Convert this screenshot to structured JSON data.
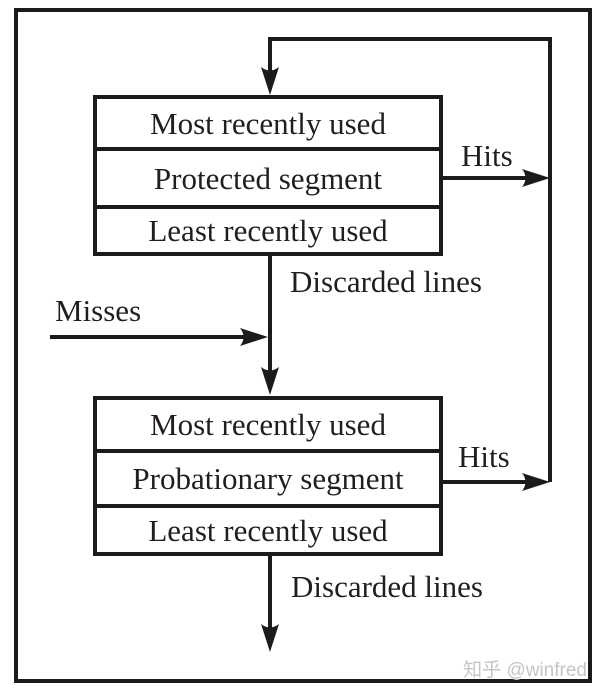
{
  "figure": {
    "title_semantic": "Segmented LRU cache replacement diagram",
    "protected_box": {
      "rows": [
        "Most recently used",
        "Protected segment",
        "Least recently used"
      ]
    },
    "probationary_box": {
      "rows": [
        "Most recently used",
        "Probationary segment",
        "Least recently used"
      ]
    },
    "labels": {
      "hits_top": "Hits",
      "hits_bottom": "Hits",
      "misses": "Misses",
      "discarded_top": "Discarded lines",
      "discarded_bottom": "Discarded lines"
    },
    "watermark": "知乎 @winfred",
    "colors": {
      "line": "#1d1a1b",
      "text": "#221e1f",
      "watermark": "#c6c5c4",
      "background": "#ffffff"
    }
  }
}
